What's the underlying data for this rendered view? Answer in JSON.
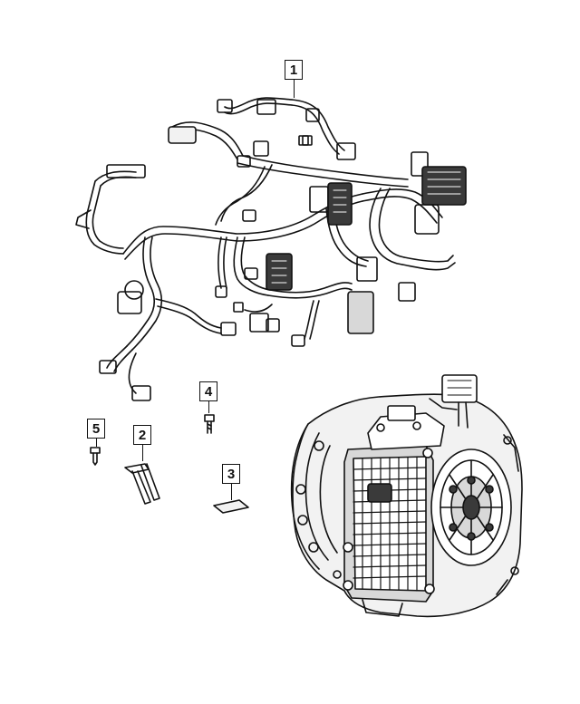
{
  "callouts": [
    {
      "id": "1",
      "label": "1"
    },
    {
      "id": "2",
      "label": "2"
    },
    {
      "id": "3",
      "label": "3"
    },
    {
      "id": "4",
      "label": "4"
    },
    {
      "id": "5",
      "label": "5"
    }
  ],
  "colors": {
    "line": "#111111",
    "background": "#ffffff",
    "fill_light": "#f2f2f2",
    "fill_mid": "#d8d8d8",
    "fill_dark": "#3a3a3a"
  },
  "parts": [
    {
      "callout": "1",
      "icon": "wiring-harness-icon"
    },
    {
      "callout": "2",
      "icon": "bracket-clip-icon"
    },
    {
      "callout": "3",
      "icon": "label-pad-icon"
    },
    {
      "callout": "4",
      "icon": "bolt-icon"
    },
    {
      "callout": "5",
      "icon": "screw-icon"
    },
    {
      "callout": "",
      "icon": "transmission-assembly-icon"
    }
  ]
}
